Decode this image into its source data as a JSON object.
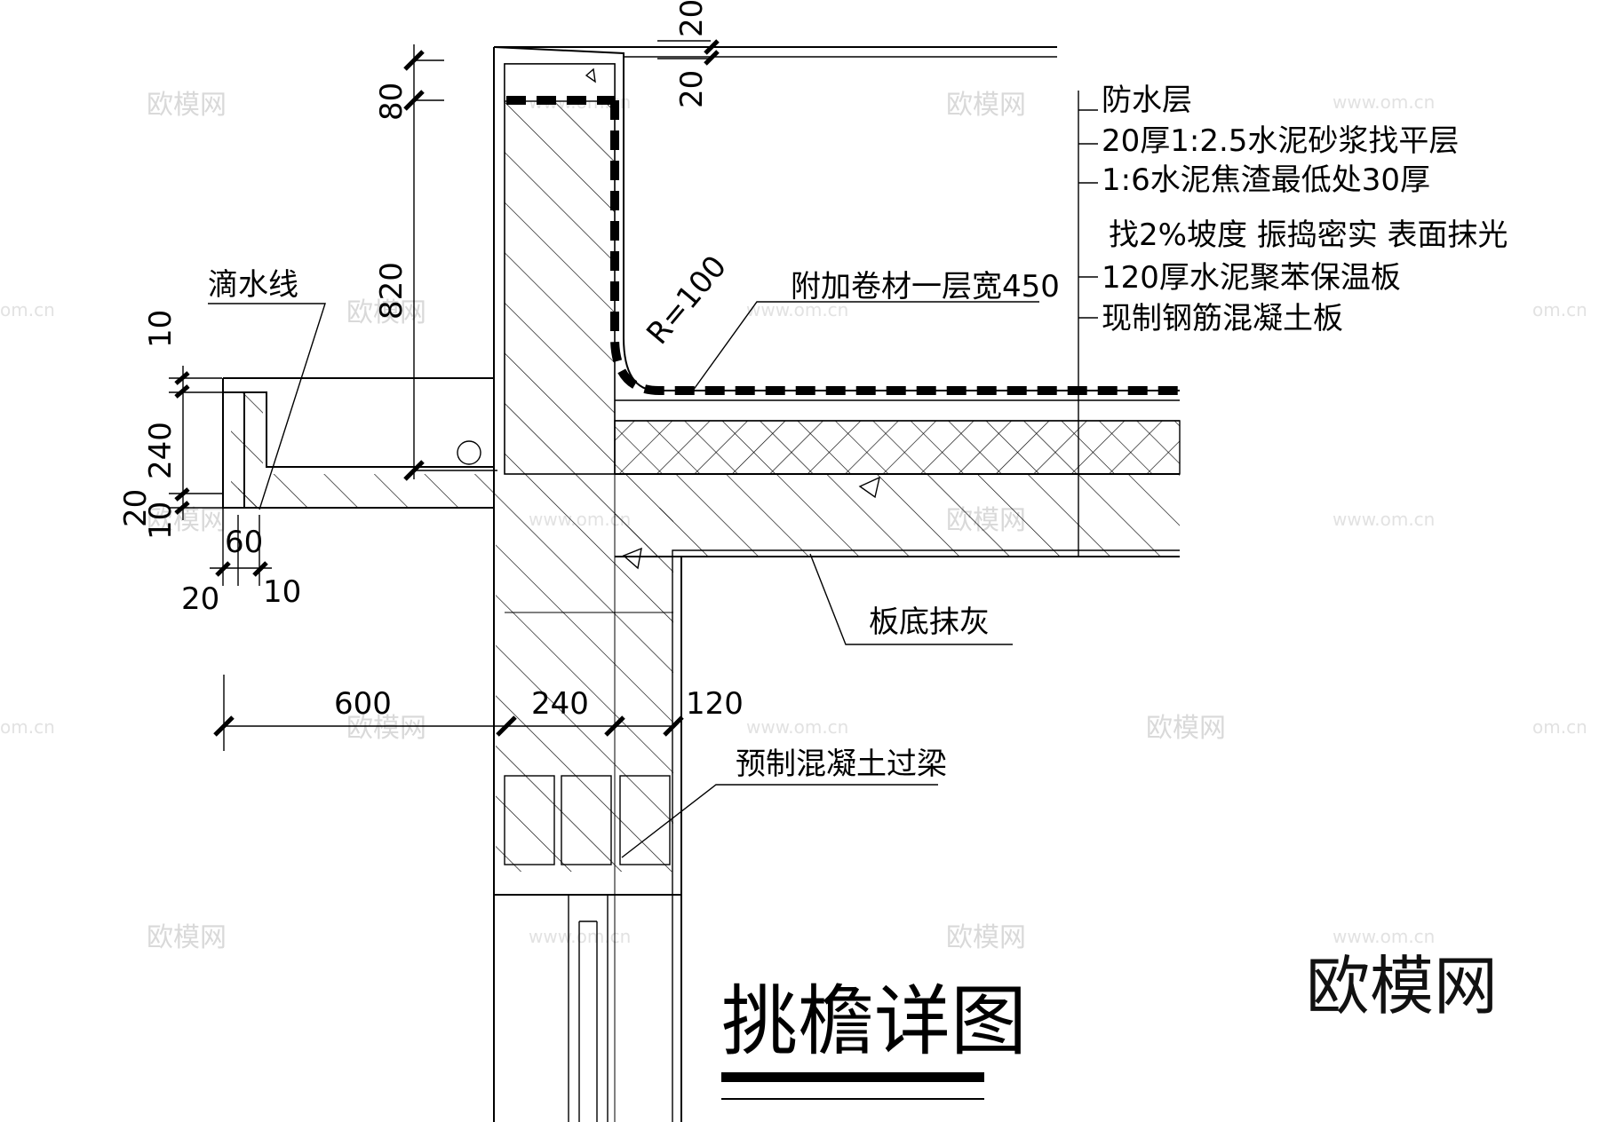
{
  "labels": {
    "drip_line": "滴水线",
    "extra_membrane": "附加卷材一层宽450",
    "radius": "R=100",
    "ceiling_plaster": "板底抹灰",
    "precast_lintel": "预制混凝土过梁",
    "title": "挑檐详图"
  },
  "layers": [
    "防水层",
    "20厚1:2.5水泥砂浆找平层",
    "1:6水泥焦渣最低处30厚",
    "找2%坡度 振捣密实 表面抹光",
    "120厚水泥聚苯保温板",
    "现制钢筋混凝土板"
  ],
  "dimensions": {
    "parapet_top_20a": "20",
    "parapet_top_20b": "20",
    "parapet_80": "80",
    "parapet_820": "820",
    "eave_10_top": "10",
    "eave_240": "240",
    "eave_20": "20",
    "eave_10_bottom": "10",
    "eave_60": "60",
    "eave_20_bottom": "20",
    "eave_10_right": "10",
    "overhang_600": "600",
    "wall_240": "240",
    "wall_120": "120"
  },
  "watermark": {
    "brand": "欧模网",
    "url": "www.om.cn",
    "url_short": "om.cn"
  }
}
